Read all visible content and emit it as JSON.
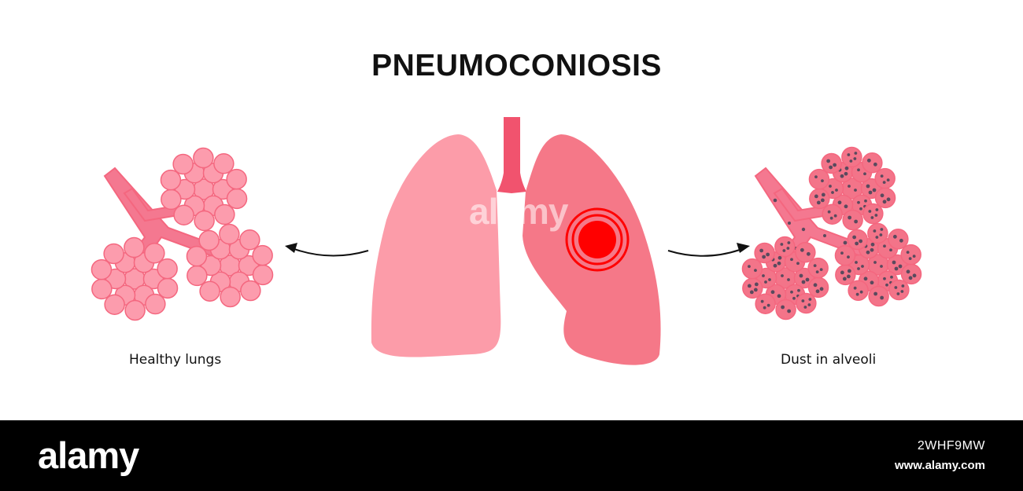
{
  "title": "PNEUMOCONIOSIS",
  "labels": {
    "left": "Healthy lungs",
    "right": "Dust in alveoli"
  },
  "colors": {
    "healthy_alveoli": "#fc9cad",
    "healthy_alveoli_stroke": "#f4677f",
    "bronchus": "#f47890",
    "lung_left": "#fc9ca9",
    "lung_right": "#f57888",
    "trachea": "#f1536e",
    "diseased_alveoli": "#f37489",
    "dust": "#5a4a5e",
    "inflammation": "#ff0000"
  },
  "icons": {
    "left_arrow": "curved-arrow-left-icon",
    "right_arrow": "curved-arrow-right-icon",
    "target": "inflammation-target-icon"
  },
  "watermark": {
    "brand": "alamy",
    "image_id": "2WHF9MW",
    "site": "www.alamy.com"
  }
}
